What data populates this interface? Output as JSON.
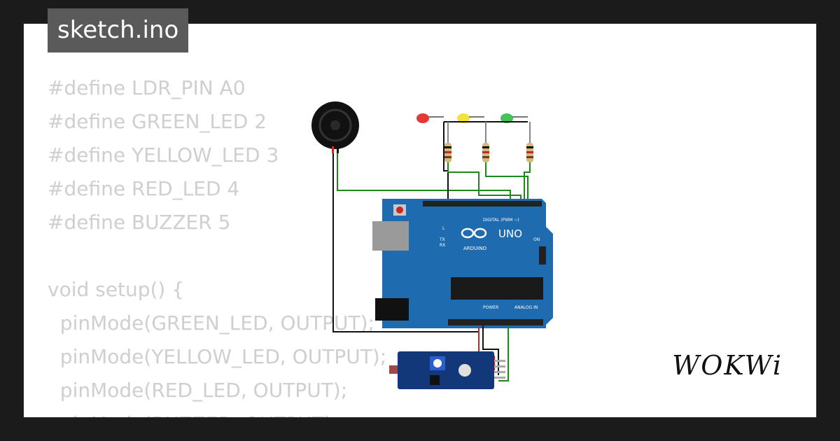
{
  "tab": {
    "filename": "sketch.ino"
  },
  "code": {
    "lines": [
      "#define LDR_PIN A0",
      "#define GREEN_LED 2",
      "#define YELLOW_LED 3",
      "#define RED_LED 4",
      "#define BUZZER 5",
      "",
      "void setup() {",
      "  pinMode(GREEN_LED, OUTPUT);",
      "  pinMode(YELLOW_LED, OUTPUT);",
      "  pinMode(RED_LED, OUTPUT);",
      "  pinMode(BUZZER, OUTPUT);"
    ]
  },
  "board": {
    "brand": "UNO",
    "subtitle": "ARDUINO",
    "digital_header": "DIGITAL (PWM ~)",
    "analog_header": "ANALOG IN",
    "power_header": "POWER",
    "led_on": "ON",
    "led_l": "L",
    "led_tx": "TX",
    "led_rx": "RX"
  },
  "components": {
    "leds": [
      {
        "color": "red",
        "hex": "#e53935"
      },
      {
        "color": "yellow",
        "hex": "#f1e33a"
      },
      {
        "color": "green",
        "hex": "#43c35a"
      }
    ],
    "board_color": "#1e6bb0",
    "sensor_color": "#13387a"
  },
  "brand": {
    "logo": "WOKWi"
  }
}
